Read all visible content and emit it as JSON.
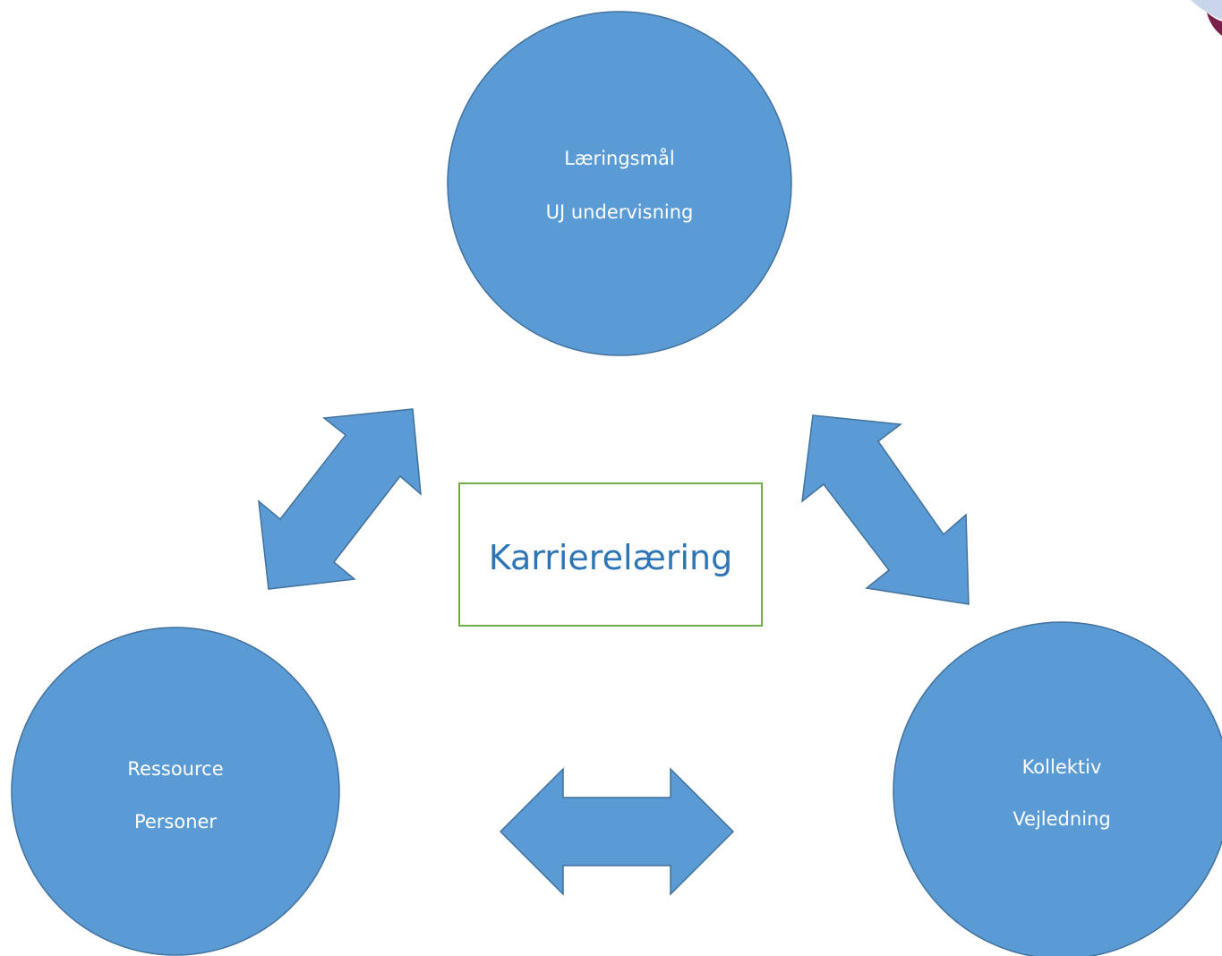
{
  "center": {
    "title": "Karrierelæring"
  },
  "nodes": {
    "top": {
      "line1": "Læringsmål",
      "line2": "UJ undervisning"
    },
    "left": {
      "line1": "Ressource",
      "line2": "Personer"
    },
    "right": {
      "line1": "Kollektiv",
      "line2": "Vejledning"
    }
  },
  "colors": {
    "node_fill": "#5b9bd5",
    "node_stroke": "#41719c",
    "box_border": "#70ad47",
    "title_text": "#2e75b6"
  },
  "icons": [
    "double-arrow-icon",
    "logo-fragment"
  ]
}
